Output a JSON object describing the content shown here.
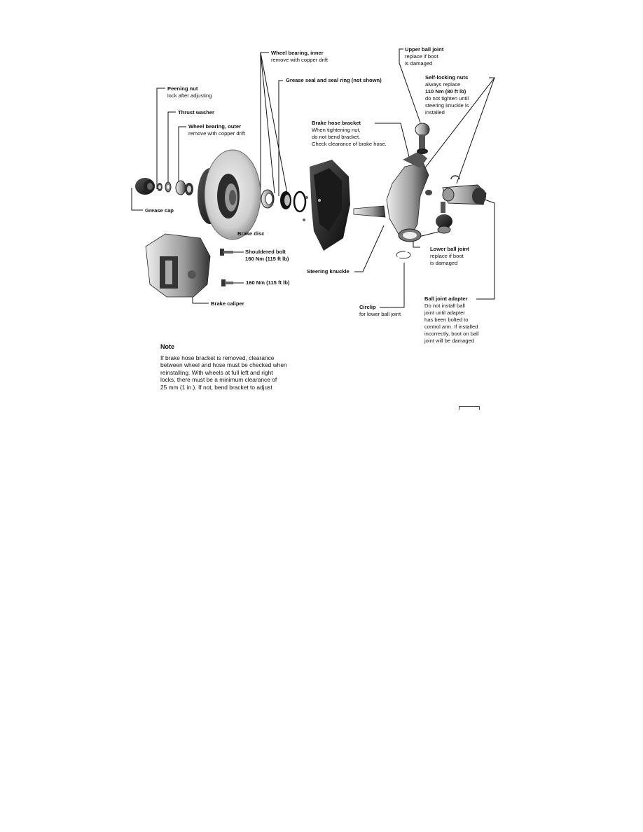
{
  "labels": {
    "wheel_bearing_inner": {
      "title": "Wheel bearing, inner",
      "note": "remove with copper drift"
    },
    "upper_ball_joint": {
      "title": "Upper ball joint",
      "line1": "replace if boot",
      "line2": "is damaged"
    },
    "grease_seal": {
      "title": "Grease seal and seal ring (not shown)"
    },
    "self_locking_nuts": {
      "title": "Self-locking nuts",
      "line1": "always replace",
      "torque": "110 Nm (80 ft lb)",
      "line2": "do not tighten until",
      "line3": "steering knuckle is",
      "line4": "installed"
    },
    "peening_nut": {
      "title": "Peening nut",
      "note": "lock after adjusting"
    },
    "thrust_washer": {
      "title": "Thrust washer"
    },
    "wheel_bearing_outer": {
      "title": "Wheel bearing, outer",
      "note": "remove with copper drift"
    },
    "brake_hose_bracket": {
      "title": "Brake hose bracket",
      "line1": "When tightening nut,",
      "line2": "do not bend bracket.",
      "line3": "Check clearance of brake hose."
    },
    "grease_cap": {
      "title": "Grease cap"
    },
    "brake_disc": {
      "title": "Brake disc"
    },
    "shouldered_bolt": {
      "title": "Shouldered bolt",
      "torque": "160 Nm (115 ft lb)"
    },
    "bolt_torque": {
      "title": "160 Nm (115 ft lb)"
    },
    "lower_ball_joint": {
      "title": "Lower ball joint",
      "line1": "replace if boot",
      "line2": "is damaged"
    },
    "steering_knuckle": {
      "title": "Steering knuckle"
    },
    "brake_caliper": {
      "title": "Brake caliper"
    },
    "ball_joint_adapter": {
      "title": "Ball joint adapter",
      "line1": "Do not install ball",
      "line2": "joint until adapter",
      "line3": "has been bolted to",
      "line4": "control arm. If installed",
      "line5": "incorrectly, boot on ball",
      "line6": "joint will be damaged"
    },
    "circlip": {
      "title": "Circlip",
      "note": "for lower ball joint"
    }
  },
  "note": {
    "title": "Note",
    "line1": "If brake hose bracket is removed, clearance",
    "line2": "between wheel and hose must be checked when",
    "line3": "reinstalling. With wheels at full left and right",
    "line4": "locks, there must be a minimum clearance of",
    "line5": "25 mm (1 in.). If not, bend bracket to adjust"
  }
}
